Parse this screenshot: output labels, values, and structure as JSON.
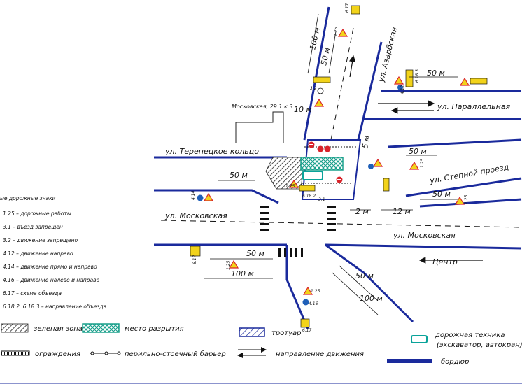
{
  "streets": {
    "azarbskaya": "ул. Азарбская",
    "parallelnaya": "ул. Параллельная",
    "terepetskoe": "ул. Терепецкое кольцо",
    "stepnoi": "ул. Степной проезд",
    "moskovskaya_left": "ул. Московская",
    "moskovskaya_right": "ул. Московская",
    "center": "Центр"
  },
  "building": "Московская, 29.1 к.3",
  "dimensions": {
    "top_100": "100 м",
    "top_50": "50 м",
    "top_10": "10 м",
    "right_50": "50 м",
    "right_5": "5 м",
    "mid_50": "50 м",
    "stepnoi_50": "50 м",
    "left_50": "50 м",
    "two_m": "2 м",
    "twelve_m": "12 м",
    "bottom_left_50": "50 м",
    "bottom_left_100": "100 м",
    "bottom_right_50": "50 м",
    "bottom_right_100": "100 м"
  },
  "sign_labels": {
    "s117_top": "6.17",
    "s125_top": "1.25",
    "s182": "6.18.2",
    "s183": "6.18.3",
    "s31": "3.1",
    "s32": "3.2",
    "s412": "4.12",
    "s414": "4.14",
    "s416": "4.16",
    "s117_bl": "6.17",
    "s117_bc": "6.17",
    "s125_a": "1.25",
    "s125_b": "1.25",
    "s125_c": "1.25",
    "s125_d": "1.25",
    "s125_e": "1.25"
  },
  "sign_legend": {
    "title": "ые дорожные знаки",
    "items": [
      "1.25 – дорожные работы",
      "3.1 – въезд запрещен",
      "3.2 – движение запрещено",
      "4.12 – движение направо",
      "4.14 – движение прямо и направо",
      "4.16 – движение налево и направо",
      "6.17 – схема объезда",
      "6.18.2, 6.18.3 – направление объезда"
    ]
  },
  "legend": {
    "green_zone": "зеленая зона",
    "excavation": "место разрытия",
    "sidewalk": "тротуар",
    "equipment": "дорожная техника",
    "equipment_sub": "(экскаватор, автокран)",
    "fence": "ограждения",
    "barrier": "перильно-стоечный барьер",
    "direction": "направление движения",
    "curb": "бордюр"
  },
  "colors": {
    "road": "#1a2a9c",
    "sign_yellow": "#f2d31a",
    "sign_red": "#d9232a",
    "sign_blue": "#1f5fb8",
    "equipment": "#0aa39a",
    "excavation": "#1aa08c"
  }
}
